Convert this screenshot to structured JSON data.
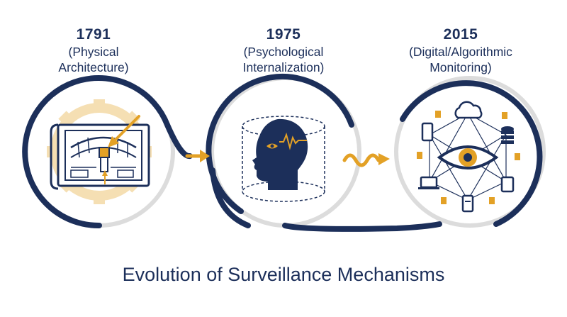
{
  "eras": [
    {
      "year": "1791",
      "line1": "(Physical",
      "line2": "Architecture)"
    },
    {
      "year": "1975",
      "line1": "(Psychological",
      "line2": "Internalization)"
    },
    {
      "year": "2015",
      "line1": "(Digital/Algorithmic",
      "line2": "Monitoring)"
    }
  ],
  "title": "Evolution of Surveillance Mechanisms",
  "colors": {
    "navy": "#1c2f5a",
    "gold": "#e3a126",
    "light_gold": "#f5dfb3",
    "gray": "#dcdcdc"
  },
  "icons": [
    "blueprint-icon",
    "gear-icon",
    "head-icon",
    "brainwave-icon",
    "eye-icon",
    "cloud-icon",
    "phone-icon",
    "database-icon",
    "laptop-icon",
    "tablet-icon",
    "document-icon"
  ]
}
